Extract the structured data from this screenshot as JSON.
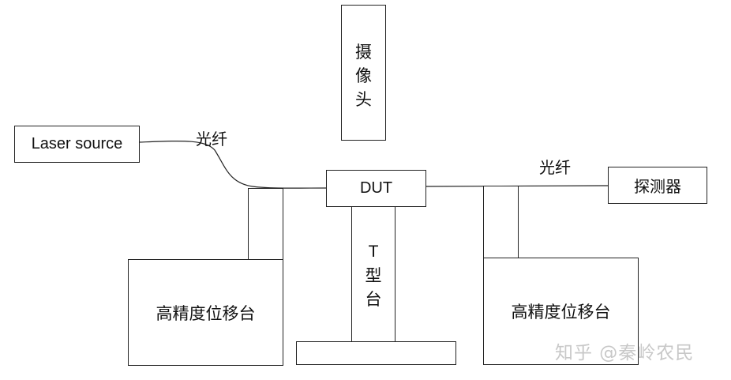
{
  "camera": {
    "chars": [
      "摄",
      "像",
      "头"
    ]
  },
  "laser_source": "Laser source",
  "fiber_left": "光纤",
  "fiber_right": "光纤",
  "dut": "DUT",
  "detector": "探测器",
  "t_stage": {
    "chars": [
      "T",
      "型",
      "台"
    ]
  },
  "stage_left": "高精度位移台",
  "stage_right": "高精度位移台",
  "watermark": "知乎 @秦岭农民"
}
